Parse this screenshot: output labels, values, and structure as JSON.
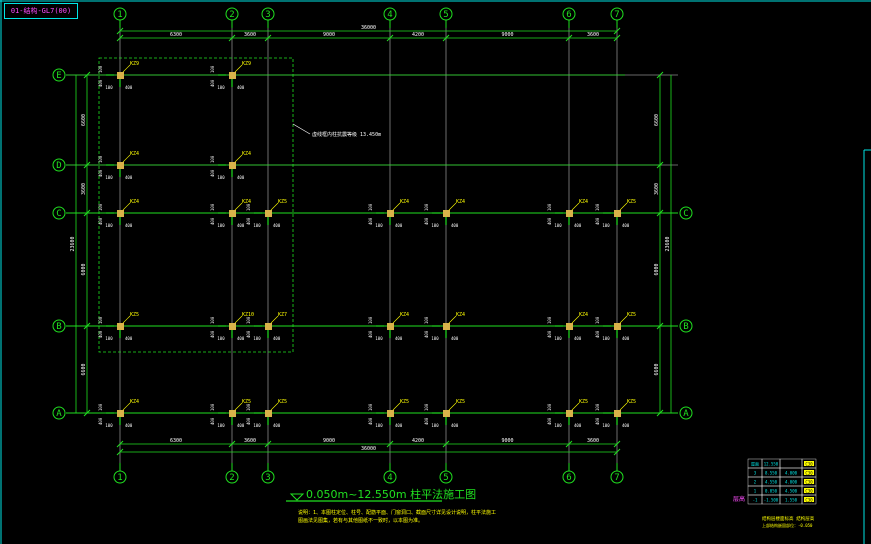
{
  "sheet_tag": "01-结构-GL7(00)",
  "colors": {
    "axis": "#20e020",
    "gridline": "#8a8a8a",
    "column_fill": "#d9b24a",
    "label": "#ffff00",
    "dim": "#ffffff",
    "cyan": "#00e5e5",
    "magenta": "#ff4dff"
  },
  "grid": {
    "x_axes": [
      "1",
      "2",
      "3",
      "4",
      "5",
      "6",
      "7"
    ],
    "y_axes": [
      "E",
      "D",
      "C",
      "B",
      "A"
    ],
    "top_dims": [
      "6300",
      "3600",
      "9000",
      "4200",
      "9000",
      "3600"
    ],
    "top_total": "36000",
    "bottom_dims": [
      "6300",
      "3600",
      "9000",
      "4200",
      "9000",
      "3600"
    ],
    "bottom_total": "36000",
    "left_dims": [
      "6600",
      "3600",
      "6000",
      "6600"
    ],
    "left_total": "23600",
    "right_dims": [
      "6600",
      "3600",
      "6000",
      "6600"
    ],
    "right_total": "23600"
  },
  "columns": [
    {
      "a": "1",
      "b": "E",
      "label": "KZ9"
    },
    {
      "a": "2",
      "b": "E",
      "label": "KZ9"
    },
    {
      "a": "1",
      "b": "D",
      "label": "KZ4"
    },
    {
      "a": "2",
      "b": "D",
      "label": "KZ4"
    },
    {
      "a": "1",
      "b": "C",
      "label": "KZ4"
    },
    {
      "a": "2",
      "b": "C",
      "label": "KZ4"
    },
    {
      "a": "3",
      "b": "C",
      "label": "KZ5"
    },
    {
      "a": "4",
      "b": "C",
      "label": "KZ4"
    },
    {
      "a": "5",
      "b": "C",
      "label": "KZ4"
    },
    {
      "a": "6",
      "b": "C",
      "label": "KZ4"
    },
    {
      "a": "7",
      "b": "C",
      "label": "KZ5"
    },
    {
      "a": "1",
      "b": "B",
      "label": "KZ5"
    },
    {
      "a": "2",
      "b": "B",
      "label": "KZ10"
    },
    {
      "a": "3",
      "b": "B",
      "label": "KZ7"
    },
    {
      "a": "4",
      "b": "B",
      "label": "KZ4"
    },
    {
      "a": "5",
      "b": "B",
      "label": "KZ4"
    },
    {
      "a": "6",
      "b": "B",
      "label": "KZ4"
    },
    {
      "a": "7",
      "b": "B",
      "label": "KZ5"
    },
    {
      "a": "1",
      "b": "A",
      "label": "KZ4"
    },
    {
      "a": "2",
      "b": "A",
      "label": "KZ5"
    },
    {
      "a": "3",
      "b": "A",
      "label": "KZ5"
    },
    {
      "a": "4",
      "b": "A",
      "label": "KZ5"
    },
    {
      "a": "5",
      "b": "A",
      "label": "KZ5"
    },
    {
      "a": "6",
      "b": "A",
      "label": "KZ5"
    },
    {
      "a": "7",
      "b": "A",
      "label": "KZ5"
    }
  ],
  "column_dims": {
    "d1": "100",
    "d2": "400",
    "d3": "400",
    "d4": "100"
  },
  "region_note": "虚线框内柱抗震等级 13.450m",
  "title": "0.050m~12.550m 柱平法施工图",
  "notes": [
    "说明：1、本图柱定位、柱号、配筋平面、门窗洞口、截面尺寸详见设计说明，柱平法施工",
    "图画法见图集，若有与其他图纸不一致时，以本图为准。"
  ],
  "legend": {
    "caption": "层高",
    "rows": [
      [
        "屋面",
        "12.550",
        "",
        "C30"
      ],
      [
        "3",
        "8.550",
        "4.000",
        "C30"
      ],
      [
        "2",
        "4.550",
        "4.000",
        "C30"
      ],
      [
        "1",
        "0.050",
        "4.500",
        "C30"
      ],
      [
        "-1",
        "-1.500",
        "1.550",
        "C30"
      ]
    ],
    "footer": "结构层楼面标高 结构层高",
    "footer2": "上部结构嵌固部位：-0.050"
  }
}
